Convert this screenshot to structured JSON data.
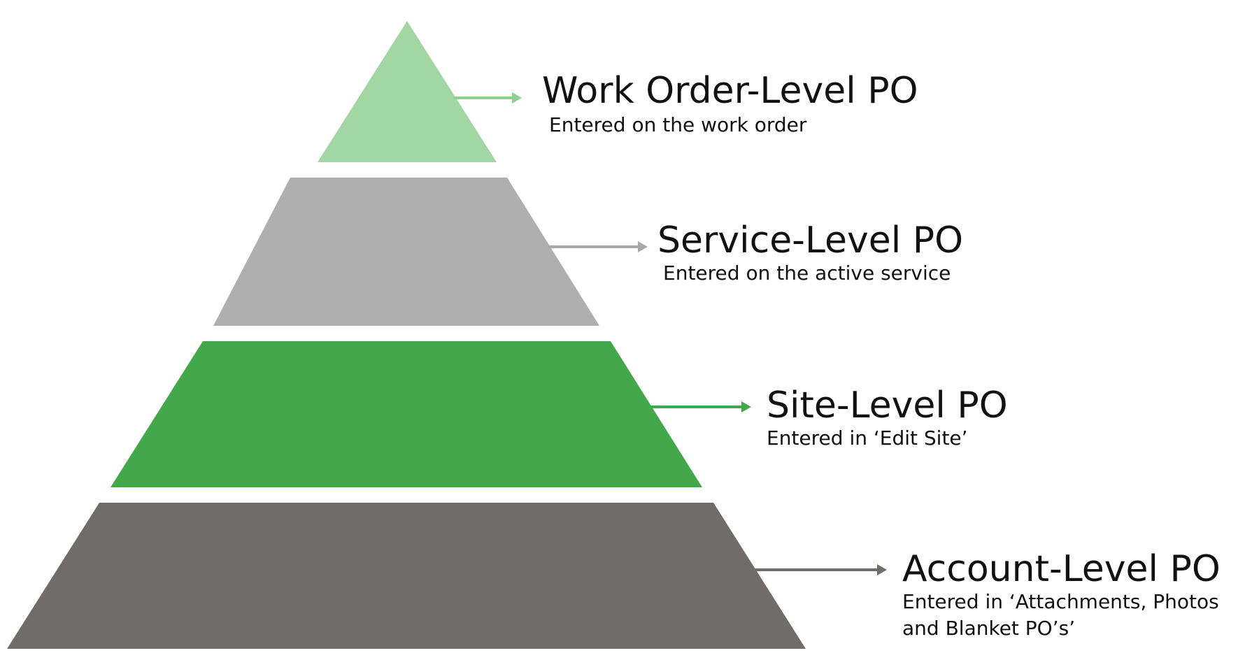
{
  "diagram": {
    "levels": [
      {
        "title": "Work Order-Level PO",
        "subtitle": "Entered on the work order",
        "color": "#A2D6A2"
      },
      {
        "title": "Service-Level PO",
        "subtitle": "Entered on the active service",
        "color": "#B0AFB0"
      },
      {
        "title": "Site-Level PO",
        "subtitle": "Entered in ‘Edit Site’",
        "color": "#43A84A"
      },
      {
        "title": "Account-Level PO",
        "subtitle_line1": "Entered in ‘Attachments, Photos",
        "subtitle_line2": "and Blanket PO’s’",
        "color": "#706C6C"
      }
    ]
  }
}
